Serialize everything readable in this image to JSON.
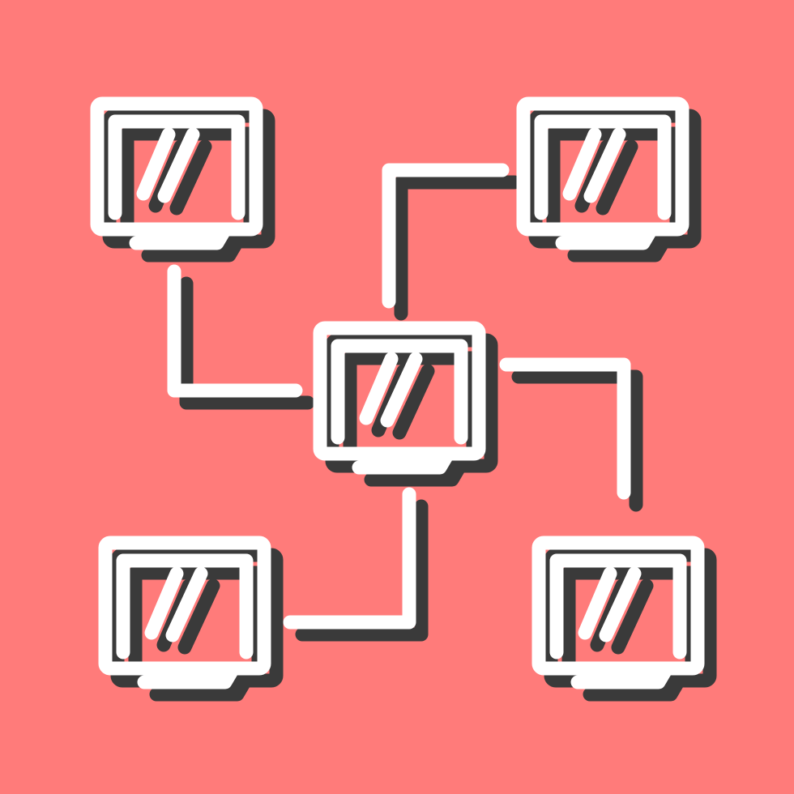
{
  "icon": {
    "name": "computer-network-icon",
    "colors": {
      "background": "#FF7B7A",
      "stroke": "#FFFFFF",
      "shadow": "#3A3A3A"
    },
    "nodes": [
      {
        "id": "top-left",
        "icon": "monitor-icon"
      },
      {
        "id": "top-right",
        "icon": "monitor-icon"
      },
      {
        "id": "center",
        "icon": "monitor-icon"
      },
      {
        "id": "bottom-left",
        "icon": "monitor-icon"
      },
      {
        "id": "bottom-right",
        "icon": "monitor-icon"
      }
    ],
    "connections": [
      {
        "from": "top-left",
        "to": "center"
      },
      {
        "from": "top-right",
        "to": "center"
      },
      {
        "from": "center",
        "to": "bottom-left"
      },
      {
        "from": "center",
        "to": "bottom-right"
      }
    ]
  }
}
